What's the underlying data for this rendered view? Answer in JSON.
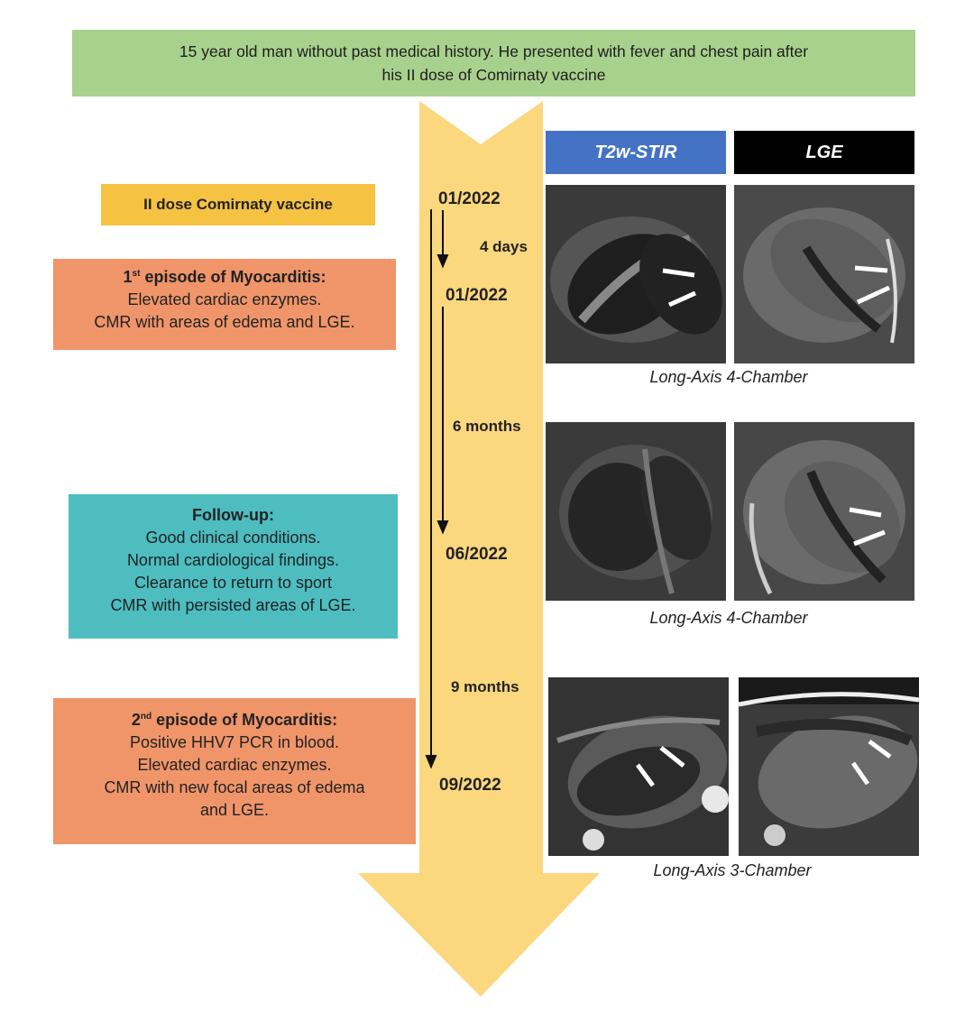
{
  "header": {
    "line1": "15 year old man without past medical history. He presented with fever and chest pain after",
    "line2": "his II dose of Comirnaty vaccine"
  },
  "events": {
    "vaccine": "II dose Comirnaty vaccine",
    "episode1": {
      "title_prefix": "1",
      "title_sup": "st",
      "title_rest": " episode of Myocarditis:",
      "lines": [
        "Elevated cardiac enzymes.",
        "CMR with areas of edema and LGE."
      ]
    },
    "followup": {
      "title": "Follow-up:",
      "lines": [
        "Good clinical conditions.",
        "Normal cardiological findings.",
        "Clearance to return to sport",
        "CMR with persisted areas of LGE."
      ]
    },
    "episode2": {
      "title_prefix": "2",
      "title_sup": "nd",
      "title_rest": " episode of Myocarditis:",
      "lines": [
        "Positive HHV7 PCR in blood.",
        "Elevated cardiac enzymes.",
        "CMR with new focal areas of edema",
        "and LGE."
      ]
    }
  },
  "timeline": {
    "dates": [
      "01/2022",
      "01/2022",
      "06/2022",
      "09/2022"
    ],
    "intervals": [
      "4 days",
      "6 months",
      "9 months"
    ]
  },
  "imaging": {
    "columns": [
      "T2w-STIR",
      "LGE"
    ],
    "captions": [
      "Long-Axis 4-Chamber",
      "Long-Axis 4-Chamber",
      "Long-Axis 3-Chamber"
    ]
  },
  "colors": {
    "header": "#a9d18e",
    "vaccine": "#f5c242",
    "episode": "#f0956a",
    "followup": "#4dbdc0",
    "timeline_arrow": "#fbd77e",
    "t2w_label": "#4472c4",
    "lge_label": "#000000"
  }
}
